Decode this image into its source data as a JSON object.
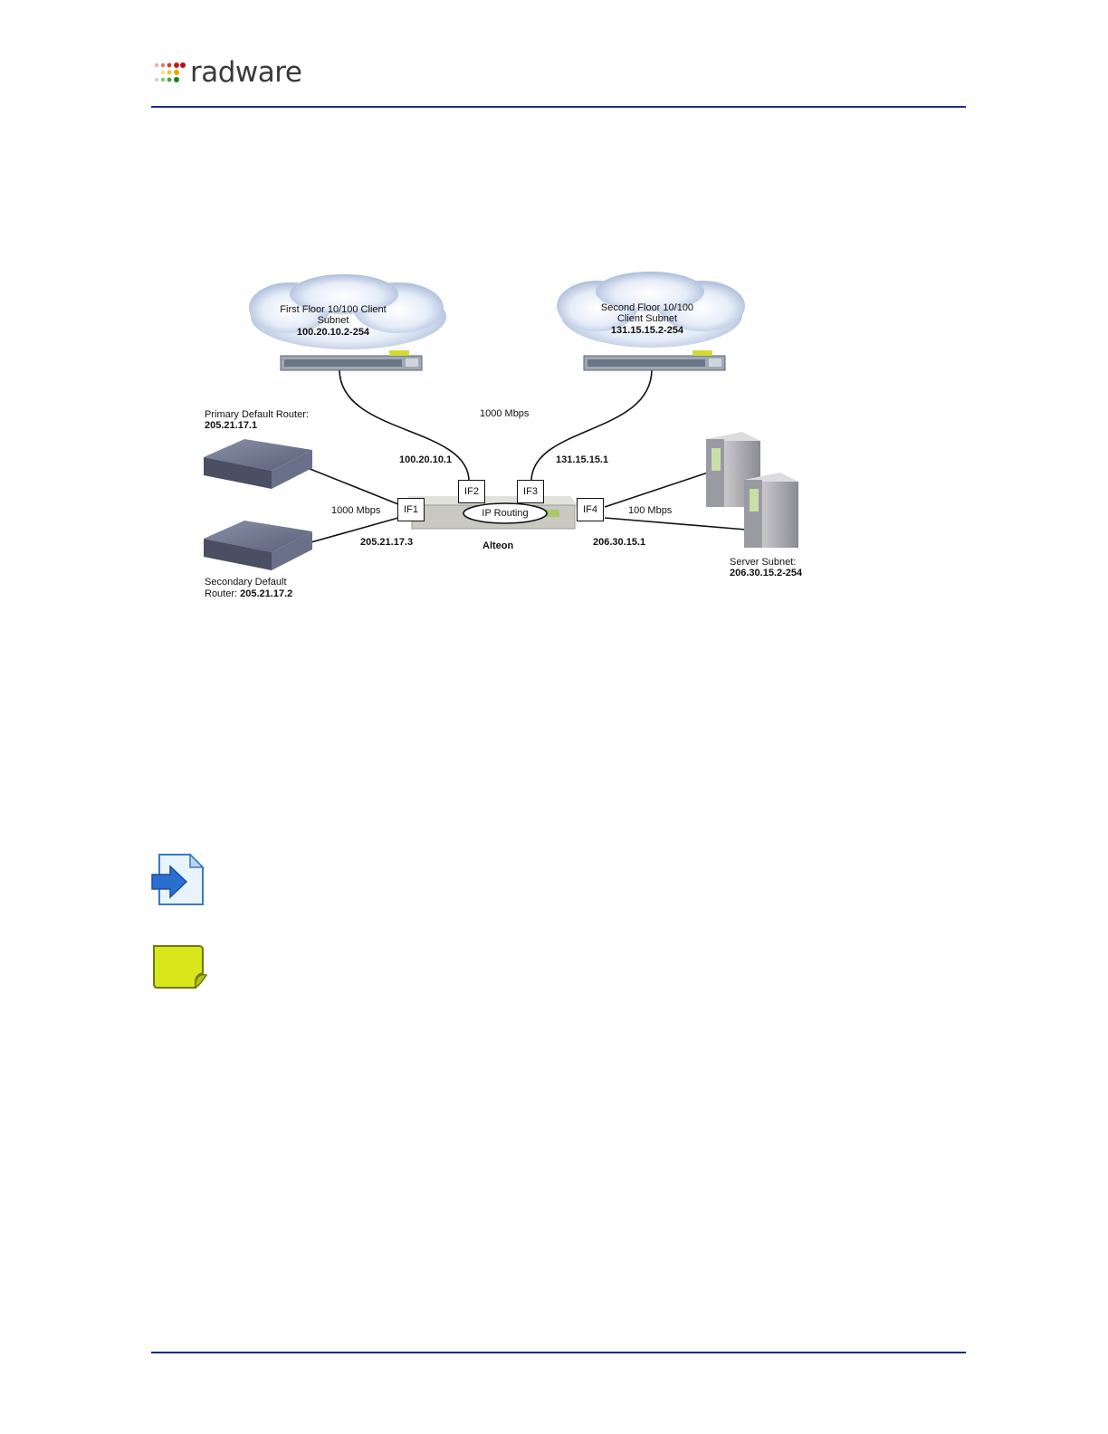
{
  "header": {
    "logo_text": "radware"
  },
  "diagram": {
    "cloud_left": {
      "line1": "First Floor 10/100 Client",
      "line2": "Subnet",
      "range": "100.20.10.2-254"
    },
    "cloud_right": {
      "line1": "Second Floor 10/100",
      "line2": "Client Subnet",
      "range": "131.15.15.2-254"
    },
    "primary_router": {
      "label": "Primary Default Router:",
      "ip": "205.21.17.1"
    },
    "secondary_router": {
      "label": "Secondary Default",
      "label2_prefix": "Router: ",
      "ip": "205.21.17.2"
    },
    "server_subnet": {
      "label": "Server Subnet:",
      "range": "206.30.15.2-254"
    },
    "speed_top": "1000 Mbps",
    "speed_left": "1000 Mbps",
    "speed_right": "100 Mbps",
    "ip_if2": "100.20.10.1",
    "ip_if3": "131.15.15.1",
    "ip_if1": "205.21.17.3",
    "ip_if4": "206.30.15.1",
    "if1": "IF1",
    "if2": "IF2",
    "if3": "IF3",
    "if4": "IF4",
    "ip_routing": "IP Routing",
    "device_name": "Alteon"
  },
  "icons": {
    "tip": "tip-arrow-icon",
    "note": "note-icon"
  }
}
